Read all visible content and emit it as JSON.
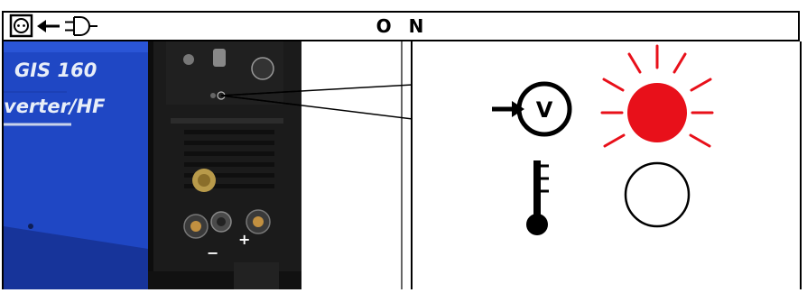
{
  "header": {
    "title": "O N"
  },
  "device": {
    "model_label": "GIS 160",
    "type_label": "verter/HF",
    "terminal_minus": "−",
    "terminal_plus": "+"
  },
  "indicators": {
    "voltage_symbol": "V",
    "power_led_state": "on",
    "overheat_led_state": "off"
  },
  "colors": {
    "led_on": "#e8101a",
    "device_blue": "#1a3fb8",
    "device_dark": "#1b1b1b"
  },
  "icons": [
    "socket-icon",
    "arrow-left-icon",
    "plug-icon",
    "voltage-input-icon",
    "thermometer-icon",
    "led-on-icon",
    "led-off-icon"
  ]
}
